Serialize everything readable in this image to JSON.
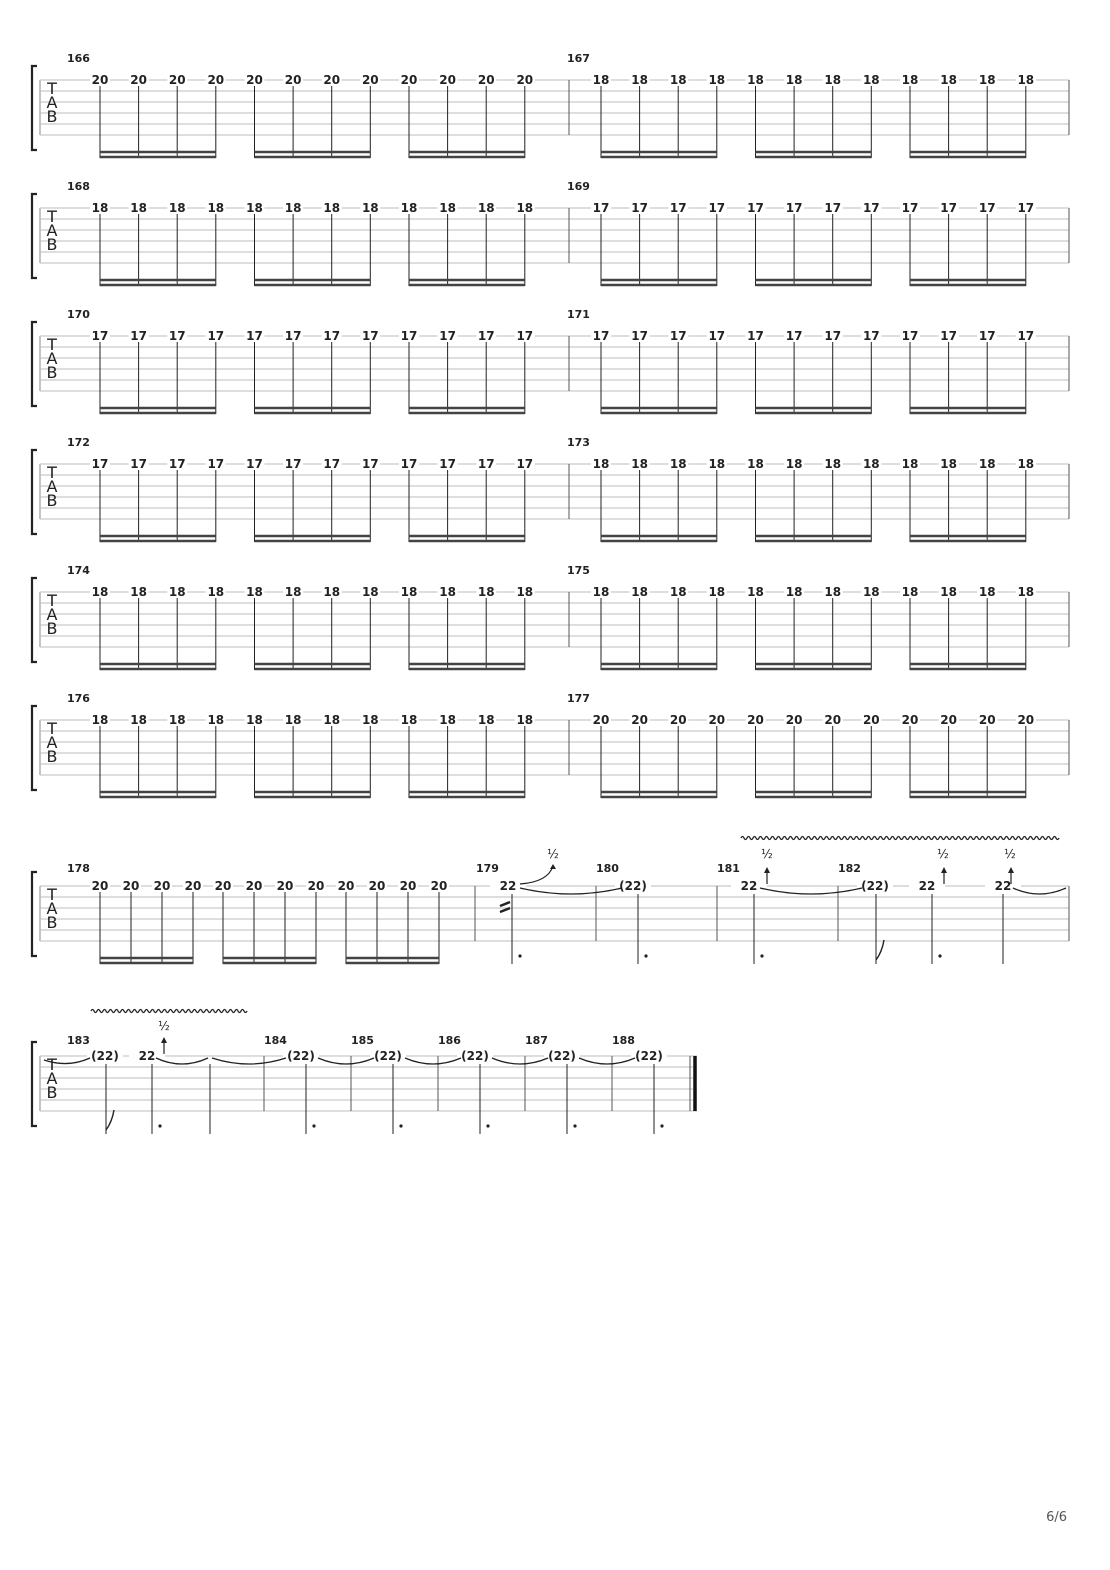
{
  "colors": {
    "measure_number": "#e8692c",
    "ink": "#222222",
    "staff_line": "#bdbdbd"
  },
  "tab_clef": [
    "T",
    "A",
    "B"
  ],
  "page_number": "6/6",
  "bend_label": "½",
  "systems": [
    {
      "measures": [
        {
          "number": "166",
          "fret": "20",
          "notes": 12
        },
        {
          "number": "167",
          "fret": "18",
          "notes": 12
        }
      ]
    },
    {
      "measures": [
        {
          "number": "168",
          "fret": "18",
          "notes": 12
        },
        {
          "number": "169",
          "fret": "17",
          "notes": 12
        }
      ]
    },
    {
      "measures": [
        {
          "number": "170",
          "fret": "17",
          "notes": 12
        },
        {
          "number": "171",
          "fret": "17",
          "notes": 12
        }
      ]
    },
    {
      "measures": [
        {
          "number": "172",
          "fret": "17",
          "notes": 12
        },
        {
          "number": "173",
          "fret": "18",
          "notes": 12
        }
      ]
    },
    {
      "measures": [
        {
          "number": "174",
          "fret": "18",
          "notes": 12
        },
        {
          "number": "175",
          "fret": "18",
          "notes": 12
        }
      ]
    },
    {
      "measures": [
        {
          "number": "176",
          "fret": "18",
          "notes": 12
        },
        {
          "number": "177",
          "fret": "20",
          "notes": 12
        }
      ]
    }
  ],
  "system7": {
    "measure178": {
      "number": "178",
      "fret": "20",
      "notes": 12
    },
    "measure_numbers": [
      "179",
      "180",
      "181",
      "182"
    ],
    "notes": [
      "22",
      "(22)",
      "22",
      "(22)",
      "22",
      "22"
    ]
  },
  "system8": {
    "measure_numbers": [
      "183",
      "184",
      "185",
      "186",
      "187",
      "188"
    ],
    "notes": [
      "(22)",
      "22",
      "(22)",
      "(22)",
      "(22)",
      "(22)",
      "(22)"
    ]
  }
}
